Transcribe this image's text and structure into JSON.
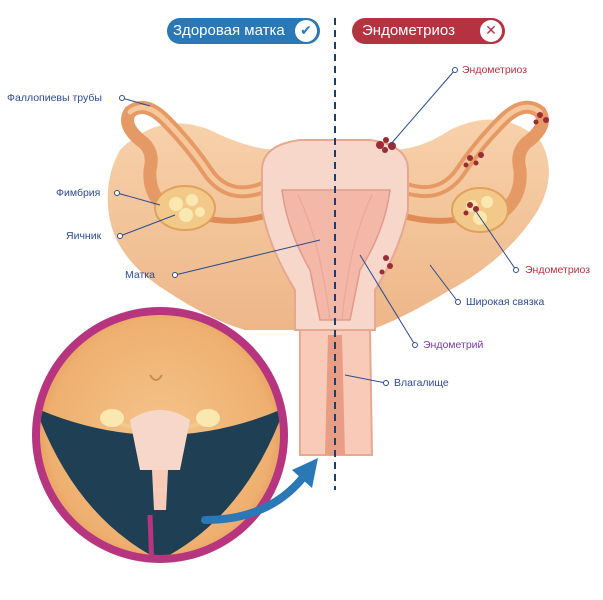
{
  "header": {
    "healthy_label": "Здоровая матка",
    "healthy_icon": "check-icon",
    "endo_label": "Эндометриоз",
    "endo_icon": "x-icon"
  },
  "labels_left": {
    "fallopian": "Фаллопиевы трубы",
    "fimbria": "Фимбрия",
    "ovary": "Яичник",
    "uterus": "Матка"
  },
  "labels_right": {
    "endo_top": "Эндометриоз",
    "endo_right": "Эндометриоз",
    "broad_ligament": "Широкая связка",
    "endometrium": "Эндометрий",
    "vagina": "Влагалище"
  },
  "colors": {
    "healthy": "#2a78b6",
    "endometriosis": "#b53340",
    "tissue": "#f2c08f",
    "uterus": "#f7d4c8",
    "lesion": "#9b2b34"
  }
}
